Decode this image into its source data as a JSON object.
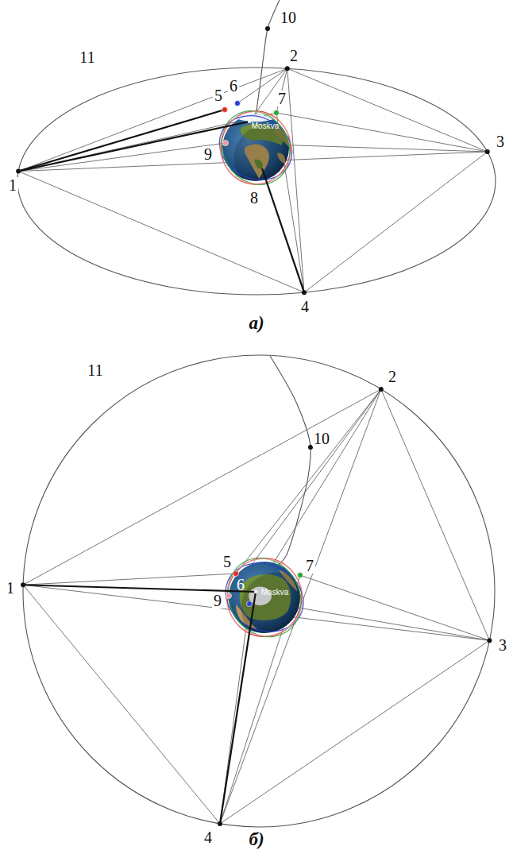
{
  "diagram": {
    "labels": [
      "11",
      "10",
      "2",
      "6",
      "5",
      "7",
      "Moskva",
      "9",
      "1",
      "3",
      "8",
      "4",
      "а)",
      "11",
      "2",
      "10",
      "5",
      "7",
      "9",
      "6",
      "Moskva",
      "1",
      "3",
      "4",
      "б)"
    ]
  }
}
